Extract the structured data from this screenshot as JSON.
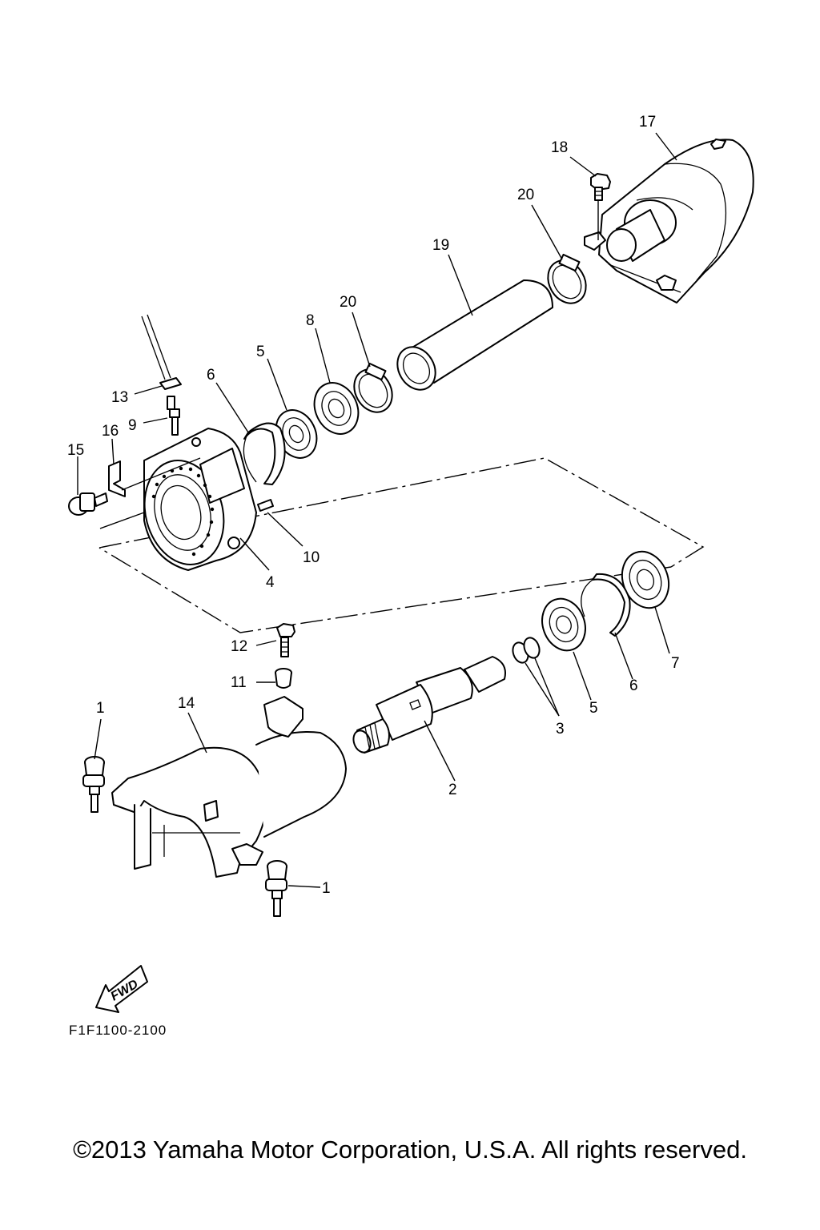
{
  "diagram": {
    "callouts": [
      {
        "id": "c1a",
        "label": "1"
      },
      {
        "id": "c1b",
        "label": "1"
      },
      {
        "id": "c2",
        "label": "2"
      },
      {
        "id": "c3",
        "label": "3"
      },
      {
        "id": "c4",
        "label": "4"
      },
      {
        "id": "c5a",
        "label": "5"
      },
      {
        "id": "c5b",
        "label": "5"
      },
      {
        "id": "c6a",
        "label": "6"
      },
      {
        "id": "c6b",
        "label": "6"
      },
      {
        "id": "c7",
        "label": "7"
      },
      {
        "id": "c8",
        "label": "8"
      },
      {
        "id": "c9",
        "label": "9"
      },
      {
        "id": "c10",
        "label": "10"
      },
      {
        "id": "c11",
        "label": "11"
      },
      {
        "id": "c12",
        "label": "12"
      },
      {
        "id": "c13",
        "label": "13"
      },
      {
        "id": "c14",
        "label": "14"
      },
      {
        "id": "c15",
        "label": "15"
      },
      {
        "id": "c16",
        "label": "16"
      },
      {
        "id": "c17",
        "label": "17"
      },
      {
        "id": "c18",
        "label": "18"
      },
      {
        "id": "c19",
        "label": "19"
      },
      {
        "id": "c20a",
        "label": "20"
      },
      {
        "id": "c20b",
        "label": "20"
      }
    ],
    "fwd_label": "FWD",
    "diagram_code": "F1F1100-2100"
  },
  "footer": {
    "copyright": "©2013 Yamaha Motor Corporation, U.S.A. All rights reserved."
  }
}
